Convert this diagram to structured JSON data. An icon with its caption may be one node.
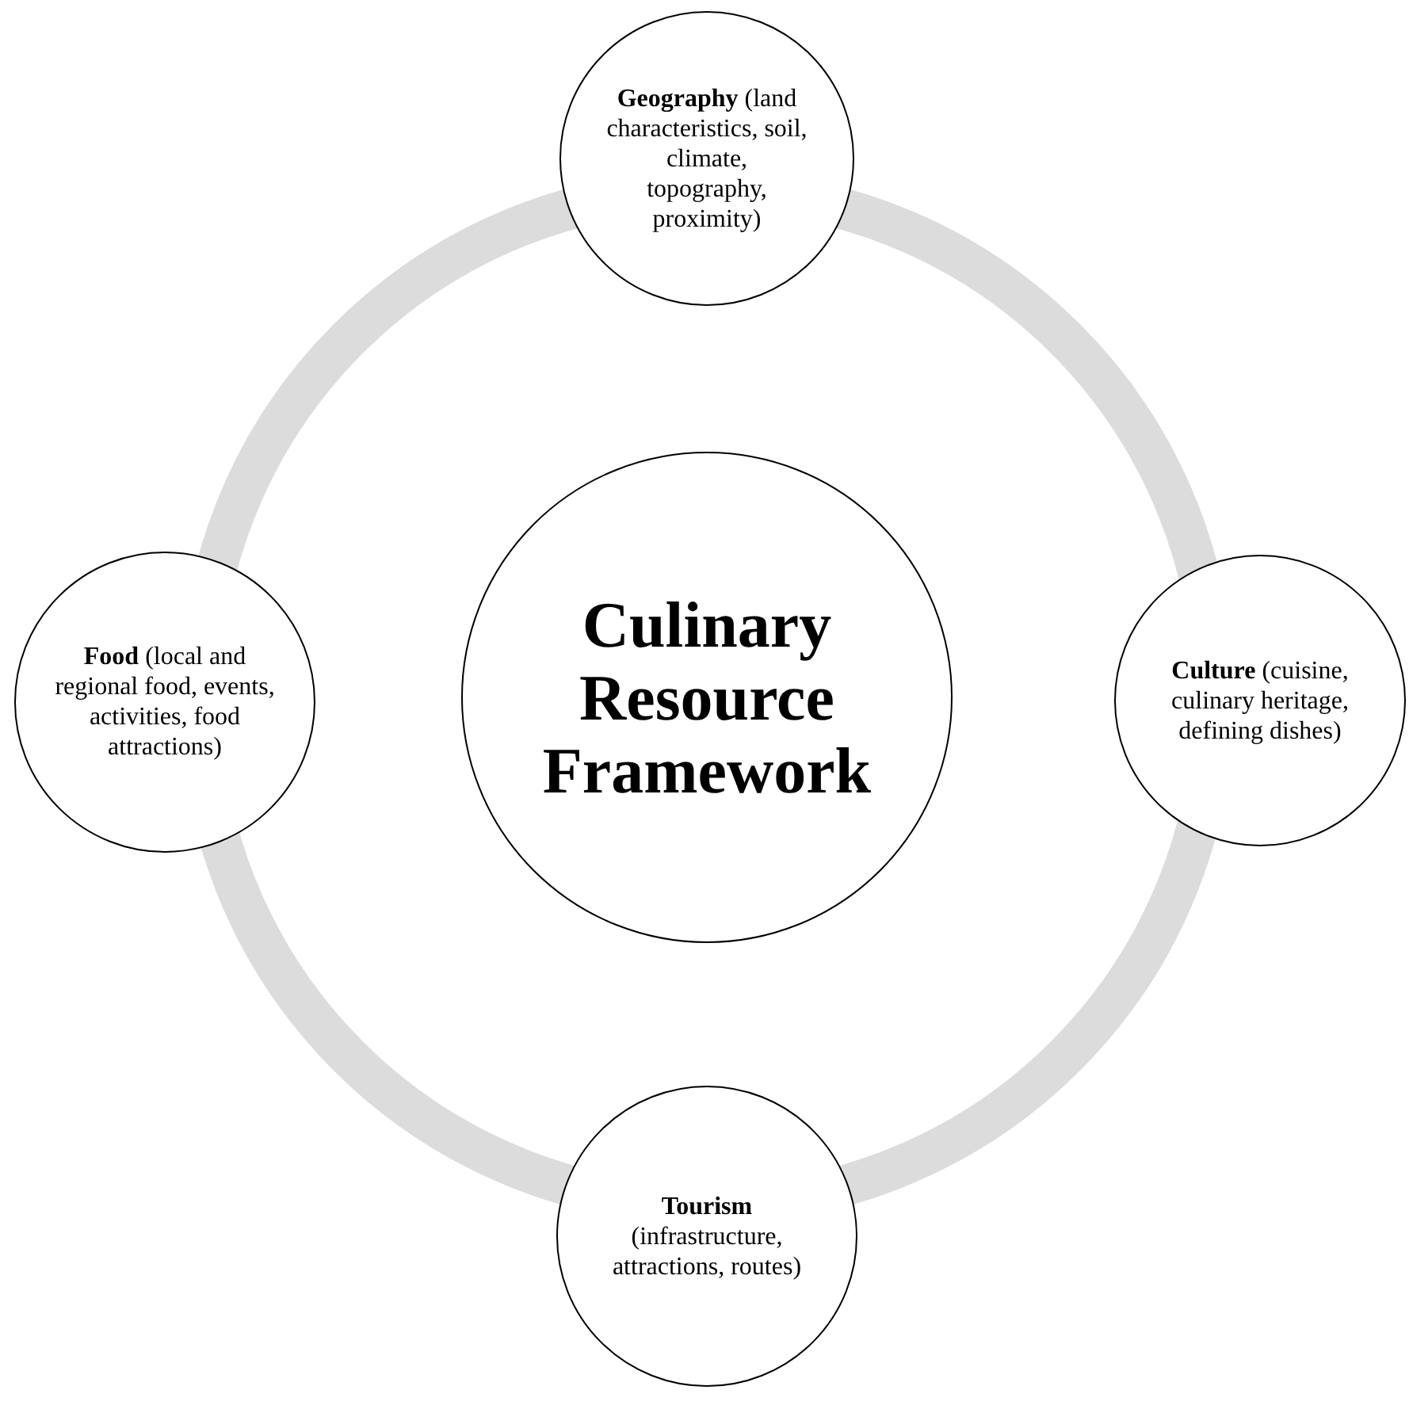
{
  "diagram": {
    "nodes": [
      {
        "text": [
          "**Geography** (land characteristics, soil, climate, topography, proximity)"
        ]
      },
      {
        "text": [
          "**Food** (local and regional food, events, activities, food attractions)"
        ]
      },
      {
        "text": [
          "Culinary Resource Framework"
        ]
      },
      {
        "text": [
          "**Culture** (cuisine, culinary heritage, defining dishes)"
        ]
      },
      {
        "text": [
          "**Tourism** (infrastructure, attractions, routes)"
        ]
      }
    ]
  }
}
